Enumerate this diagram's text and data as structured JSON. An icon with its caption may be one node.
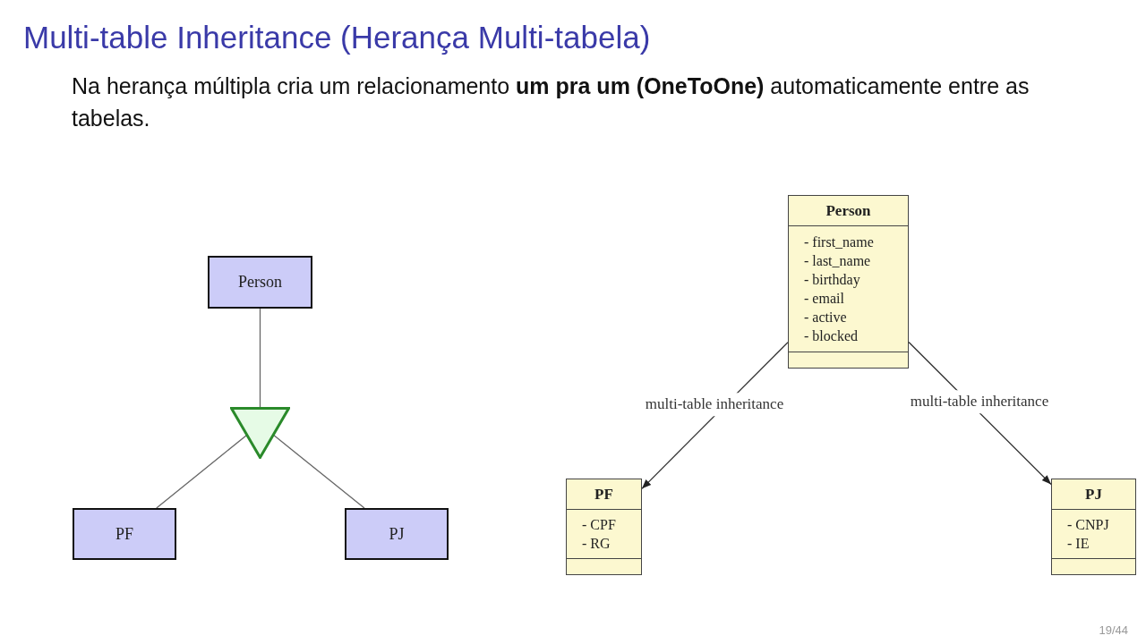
{
  "diagram": {
    "title": "Multi-table Inheritance (Herança Multi-tabela)",
    "nodes": [
      {
        "text": [
          "Person"
        ]
      },
      {
        "text": [],
        "shape": "triangle"
      },
      {
        "text": [
          "PF"
        ]
      },
      {
        "text": [
          "PJ"
        ]
      },
      {
        "text": [
          "Person",
          "- first_name",
          "- last_name",
          "- birthday",
          "- email",
          "- active",
          "- blocked"
        ]
      },
      {
        "text": [
          "PF",
          "- CPF",
          "- RG"
        ]
      },
      {
        "text": [
          "PJ",
          "- CNPJ",
          "- IE"
        ]
      }
    ],
    "edges": [
      {
        "from": 0,
        "to": 1,
        "arrow": "none"
      },
      {
        "from": 1,
        "to": 2,
        "arrow": "none"
      },
      {
        "from": 1,
        "to": 3,
        "arrow": "none"
      },
      {
        "from": 4,
        "to": 5,
        "arrow": "to",
        "label": "multi-table inheritance"
      },
      {
        "from": 4,
        "to": 6,
        "arrow": "to",
        "label": "multi-table inheritance"
      }
    ],
    "labels": [
      "Na herança múltipla cria um relacionamento **um pra um (OneToOne)** automaticamente entre as tabelas.",
      "19/44"
    ]
  }
}
